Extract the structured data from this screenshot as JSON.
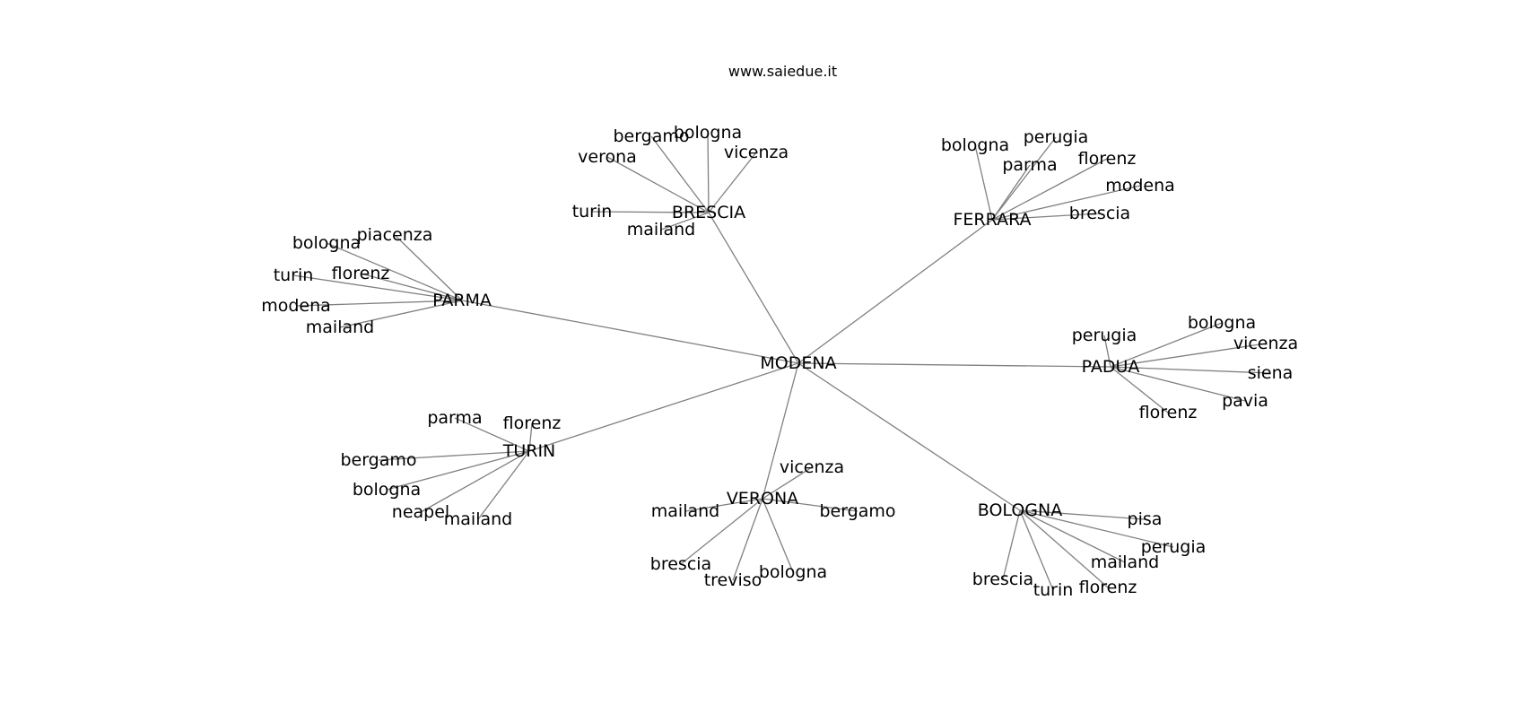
{
  "header": {
    "watermark": "www.saiedue.it"
  },
  "colors": {
    "edge": "#808080",
    "text": "#000000",
    "background": "#ffffff"
  },
  "graph": {
    "center": "MODENA",
    "hubs": [
      {
        "id": "brescia",
        "label": "BRESCIA",
        "leaves": [
          "bergamo",
          "bologna",
          "verona",
          "vicenza",
          "turin",
          "mailand"
        ]
      },
      {
        "id": "ferrara",
        "label": "FERRARA",
        "leaves": [
          "bologna",
          "perugia",
          "parma",
          "florenz",
          "modena",
          "brescia"
        ]
      },
      {
        "id": "parma",
        "label": "PARMA",
        "leaves": [
          "piacenza",
          "bologna",
          "turin",
          "florenz",
          "modena",
          "mailand"
        ]
      },
      {
        "id": "padua",
        "label": "PADUA",
        "leaves": [
          "perugia",
          "bologna",
          "vicenza",
          "siena",
          "pavia",
          "florenz"
        ]
      },
      {
        "id": "turin",
        "label": "TURIN",
        "leaves": [
          "parma",
          "florenz",
          "bergamo",
          "bologna",
          "neapel",
          "mailand"
        ]
      },
      {
        "id": "verona",
        "label": "VERONA",
        "leaves": [
          "vicenza",
          "mailand",
          "bergamo",
          "brescia",
          "treviso",
          "bologna"
        ]
      },
      {
        "id": "bologna",
        "label": "BOLOGNA",
        "leaves": [
          "pisa",
          "perugia",
          "mailand",
          "brescia",
          "turin",
          "florenz"
        ]
      }
    ]
  }
}
